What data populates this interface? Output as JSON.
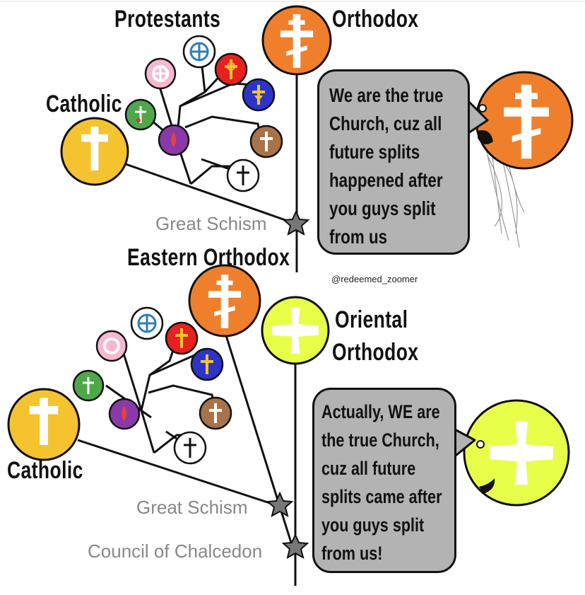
{
  "panel_top": {
    "labels": {
      "protestants": "Protestants",
      "orthodox": "Orthodox",
      "catholic": "Catholic",
      "great_schism": "Great Schism"
    },
    "speech": "We are the true\nChurch, cuz all\nfuture splits\nhappened after\nyou guys split\nfrom us"
  },
  "credit": "@redeemed_zoomer",
  "panel_bottom": {
    "labels": {
      "eastern_orthodox": "Eastern Orthodox",
      "oriental_orthodox_line1": "Oriental",
      "oriental_orthodox_line2": "Orthodox",
      "catholic": "Catholic",
      "great_schism": "Great Schism",
      "council": "Council of Chalcedon"
    },
    "speech": "Actually, WE are\nthe true Church,\ncuz all future\nsplits came after\nyou guys split\nfrom us!"
  },
  "colors": {
    "catholic": "#f5c330",
    "orthodox": "#f07f2c",
    "oriental": "#e8ff4a",
    "bubble": "#b3b3b3",
    "label_grey": "#888888"
  },
  "icons": [
    "latin-cross-icon",
    "orthodox-cross-icon",
    "coptic-cross-icon",
    "star-icon",
    "fire-icon"
  ]
}
